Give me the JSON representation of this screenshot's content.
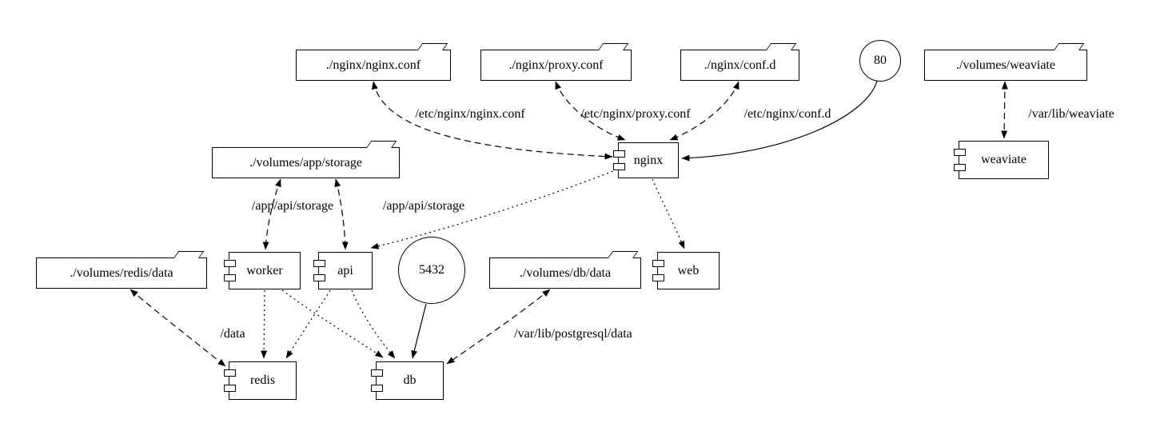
{
  "diagram": {
    "background": "#ffffff",
    "stroke": "#000000",
    "nodes": {
      "nginx_conf": {
        "label": "./nginx/nginx.conf",
        "shape": "folder"
      },
      "proxy_conf": {
        "label": "./nginx/proxy.conf",
        "shape": "folder"
      },
      "conf_d": {
        "label": "./nginx/conf.d",
        "shape": "folder"
      },
      "port_80": {
        "label": "80",
        "shape": "circle"
      },
      "volumes_weaviate": {
        "label": "./volumes/weaviate",
        "shape": "folder"
      },
      "app_storage": {
        "label": "./volumes/app/storage",
        "shape": "folder"
      },
      "nginx": {
        "label": "nginx",
        "shape": "component"
      },
      "weaviate": {
        "label": "weaviate",
        "shape": "component"
      },
      "redis_data": {
        "label": "./volumes/redis/data",
        "shape": "folder"
      },
      "worker": {
        "label": "worker",
        "shape": "component"
      },
      "api": {
        "label": "api",
        "shape": "component"
      },
      "port_5432": {
        "label": "5432",
        "shape": "circle"
      },
      "db_data": {
        "label": "./volumes/db/data",
        "shape": "folder"
      },
      "web": {
        "label": "web",
        "shape": "component"
      },
      "redis": {
        "label": "redis",
        "shape": "component"
      },
      "db": {
        "label": "db",
        "shape": "component"
      }
    },
    "edge_labels": {
      "nginx_conf_mount": "/etc/nginx/nginx.conf",
      "proxy_conf_mount": "/etc/nginx/proxy.conf",
      "conf_d_mount": "/etc/nginx/conf.d",
      "weaviate_mount": "/var/lib/weaviate",
      "app_storage_worker_mount": "/app/api/storage",
      "app_storage_api_mount": "/app/api/storage",
      "redis_mount": "/data",
      "db_mount": "/var/lib/postgresql/data"
    }
  }
}
